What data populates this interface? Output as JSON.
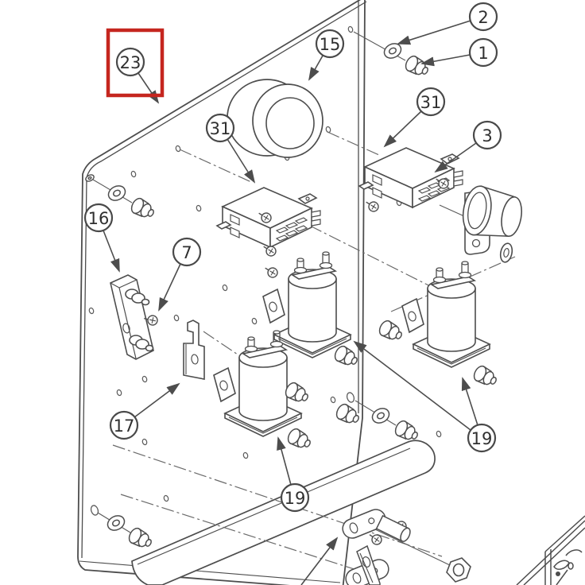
{
  "colors": {
    "background": "#ffffff",
    "line": "#4d4d4d"
  },
  "highlight": {
    "color": "#c5261f",
    "callout": "23"
  },
  "callouts": {
    "n1": {
      "label": "1"
    },
    "n2": {
      "label": "2"
    },
    "n3": {
      "label": "3"
    },
    "n7": {
      "label": "7"
    },
    "n15": {
      "label": "15"
    },
    "n16": {
      "label": "16"
    },
    "n17": {
      "label": "17"
    },
    "n19a": {
      "label": "19"
    },
    "n19b": {
      "label": "19"
    },
    "n23": {
      "label": "23"
    },
    "n31a": {
      "label": "31"
    },
    "n31b": {
      "label": "31"
    }
  }
}
